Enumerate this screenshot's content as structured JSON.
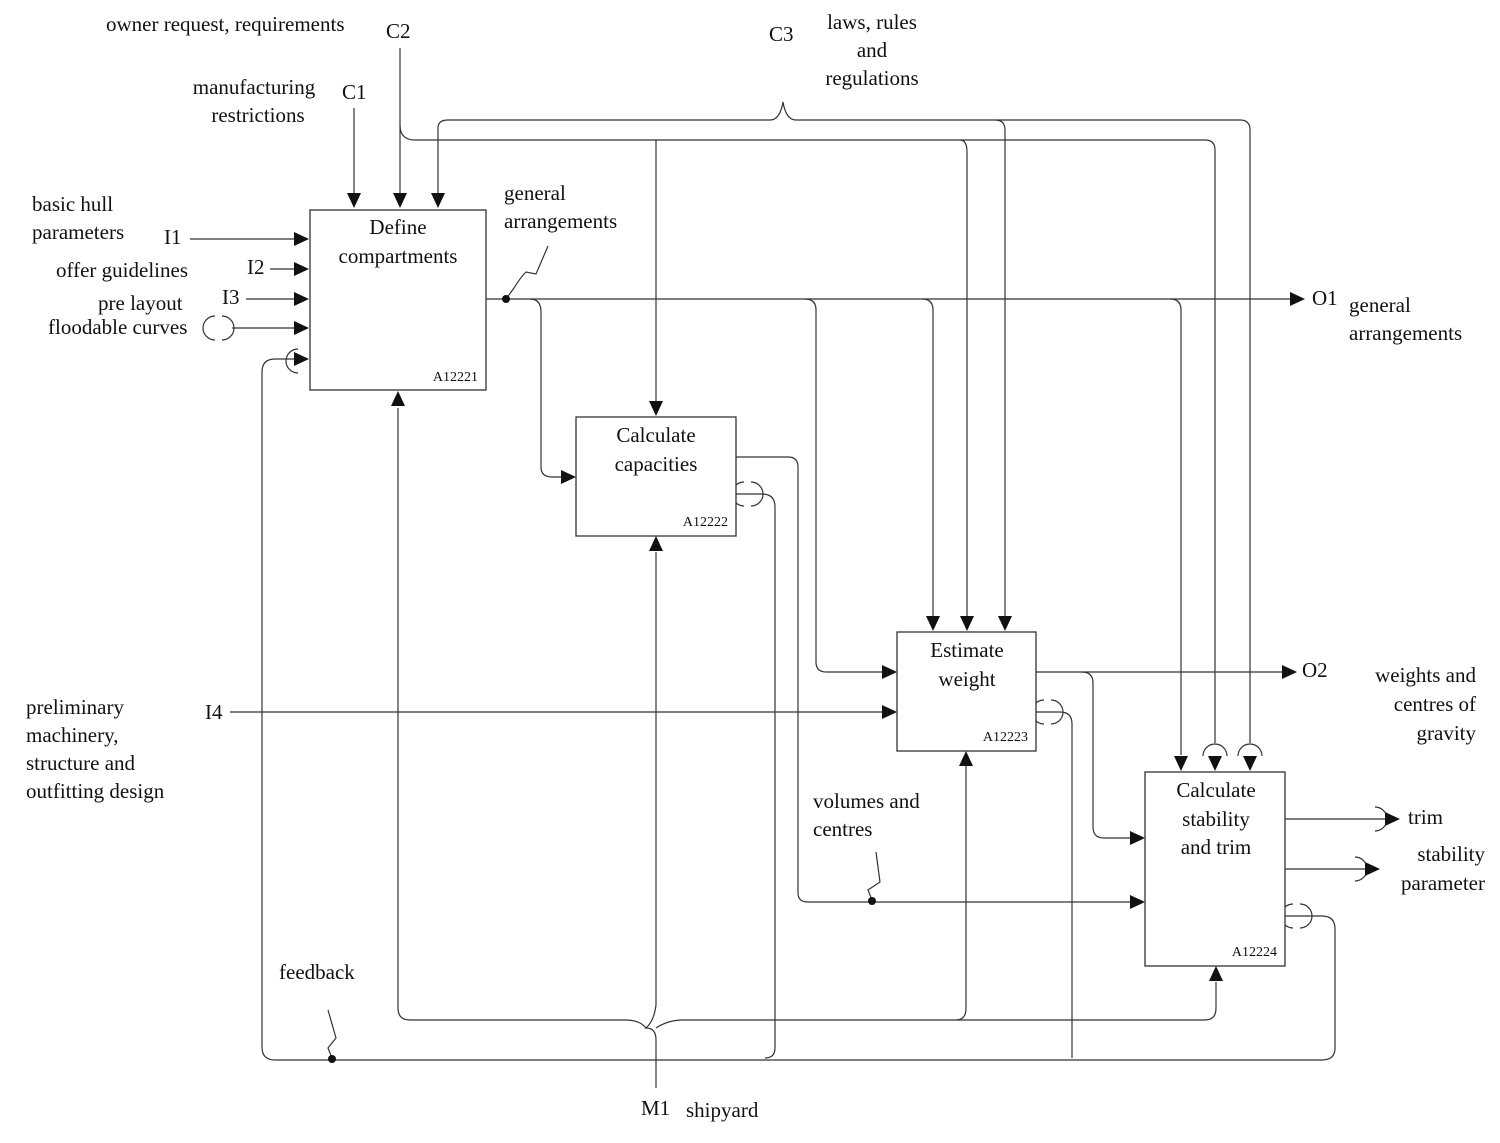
{
  "activities": [
    {
      "title": [
        "Define",
        "compartments"
      ],
      "code": "A12221"
    },
    {
      "title": [
        "Calculate",
        "capacities"
      ],
      "code": "A12222"
    },
    {
      "title": [
        "Estimate",
        "weight"
      ],
      "code": "A12223"
    },
    {
      "title": [
        "Calculate",
        "stability",
        "and trim"
      ],
      "code": "A12224"
    }
  ],
  "controls": {
    "c1": {
      "code": "C1",
      "label": [
        "manufacturing",
        "restrictions"
      ]
    },
    "c2": {
      "code": "C2",
      "label": [
        "owner request, requirements"
      ]
    },
    "c3": {
      "code": "C3",
      "label": [
        "laws, rules",
        "and",
        "regulations"
      ]
    }
  },
  "inputs": {
    "i1": {
      "code": "I1",
      "label": [
        "basic hull",
        "parameters"
      ]
    },
    "i2": {
      "code": "I2",
      "label": [
        "offer guidelines"
      ]
    },
    "i3": {
      "code": "I3",
      "label": [
        "pre layout"
      ]
    },
    "floodable": {
      "label": [
        "floodable curves"
      ]
    },
    "i4": {
      "code": "I4",
      "label": [
        "preliminary",
        "machinery,",
        "structure and",
        "outfitting design"
      ]
    }
  },
  "outputs": {
    "o1": {
      "code": "O1",
      "label": [
        "general",
        "arrangements"
      ]
    },
    "o2": {
      "code": "O2",
      "label": [
        "weights and",
        "centres of",
        "gravity"
      ]
    },
    "trim": {
      "label": [
        "trim"
      ]
    },
    "stability": {
      "label": [
        "stability",
        "parameter"
      ]
    }
  },
  "mechanism": {
    "code": "M1",
    "label": [
      "shipyard"
    ]
  },
  "annotations": {
    "general_arrangements": [
      "general",
      "arrangements"
    ],
    "volumes": [
      "volumes and",
      "centres"
    ],
    "feedback": [
      "feedback"
    ]
  }
}
